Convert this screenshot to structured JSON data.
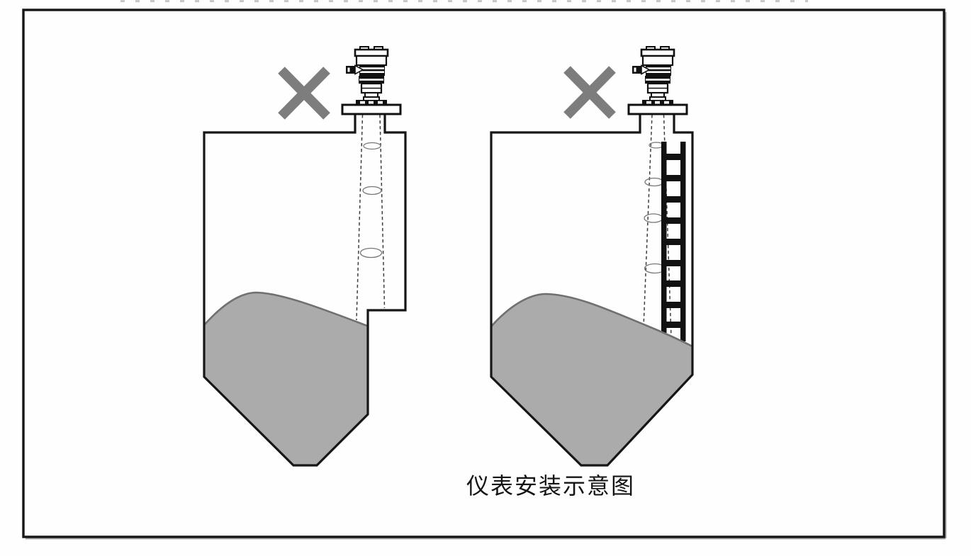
{
  "figure": {
    "caption": "仪表安装示意图",
    "panels": [
      {
        "marker": "✕",
        "label": "left-tank-wrong-install"
      },
      {
        "marker": "✕",
        "label": "right-tank-wrong-install"
      }
    ]
  },
  "markers": {
    "incorrect_symbol": "✕",
    "color": "#7d7d7d"
  },
  "colors": {
    "outline": "#161616",
    "material_fill": "#ababab",
    "material_edge": "#707070",
    "beam": "#3f3f3f",
    "beam_ring": "#777777",
    "ladder": "#111111",
    "artifact": "#9a9a9a",
    "shadow": "#aaaaaa"
  }
}
